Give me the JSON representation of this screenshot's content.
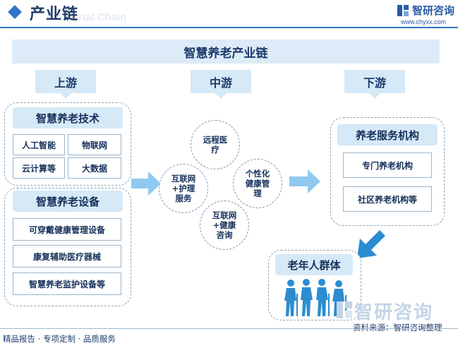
{
  "header": {
    "title": "产业链",
    "ghost_text": "Industrial Chain",
    "brand_name": "智研咨询",
    "brand_url": "www.chyxx.com"
  },
  "diagram": {
    "title": "智慧养老产业链",
    "upstream": {
      "label": "上游",
      "tech": {
        "title": "智慧养老技术",
        "items": [
          "人工智能",
          "物联网",
          "云计算等",
          "大数据"
        ]
      },
      "devices": {
        "title": "智慧养老设备",
        "items": [
          "可穿戴健康管理设备",
          "康复辅助医疗器械",
          "智慧养老监护设备等"
        ]
      }
    },
    "midstream": {
      "label": "中游",
      "circles": [
        "远程医疗",
        "互联网+护理服务",
        "个性化健康管理",
        "互联网+健康咨询"
      ]
    },
    "downstream": {
      "label": "下游",
      "services": {
        "title": "养老服务机构",
        "items": [
          "专门养老机构",
          "社区养老机构等"
        ]
      },
      "group": {
        "title": "老年人群体"
      }
    },
    "colors": {
      "accent": "#2f74c6",
      "pill": "#d6e9f7",
      "arrow": "#8fc9ef",
      "people": "#2b8cd0"
    }
  },
  "footer": {
    "left": "精品报告 · 专项定制 · 品质服务",
    "source": "资料来源：智研咨询整理",
    "watermark": "智研咨询"
  }
}
